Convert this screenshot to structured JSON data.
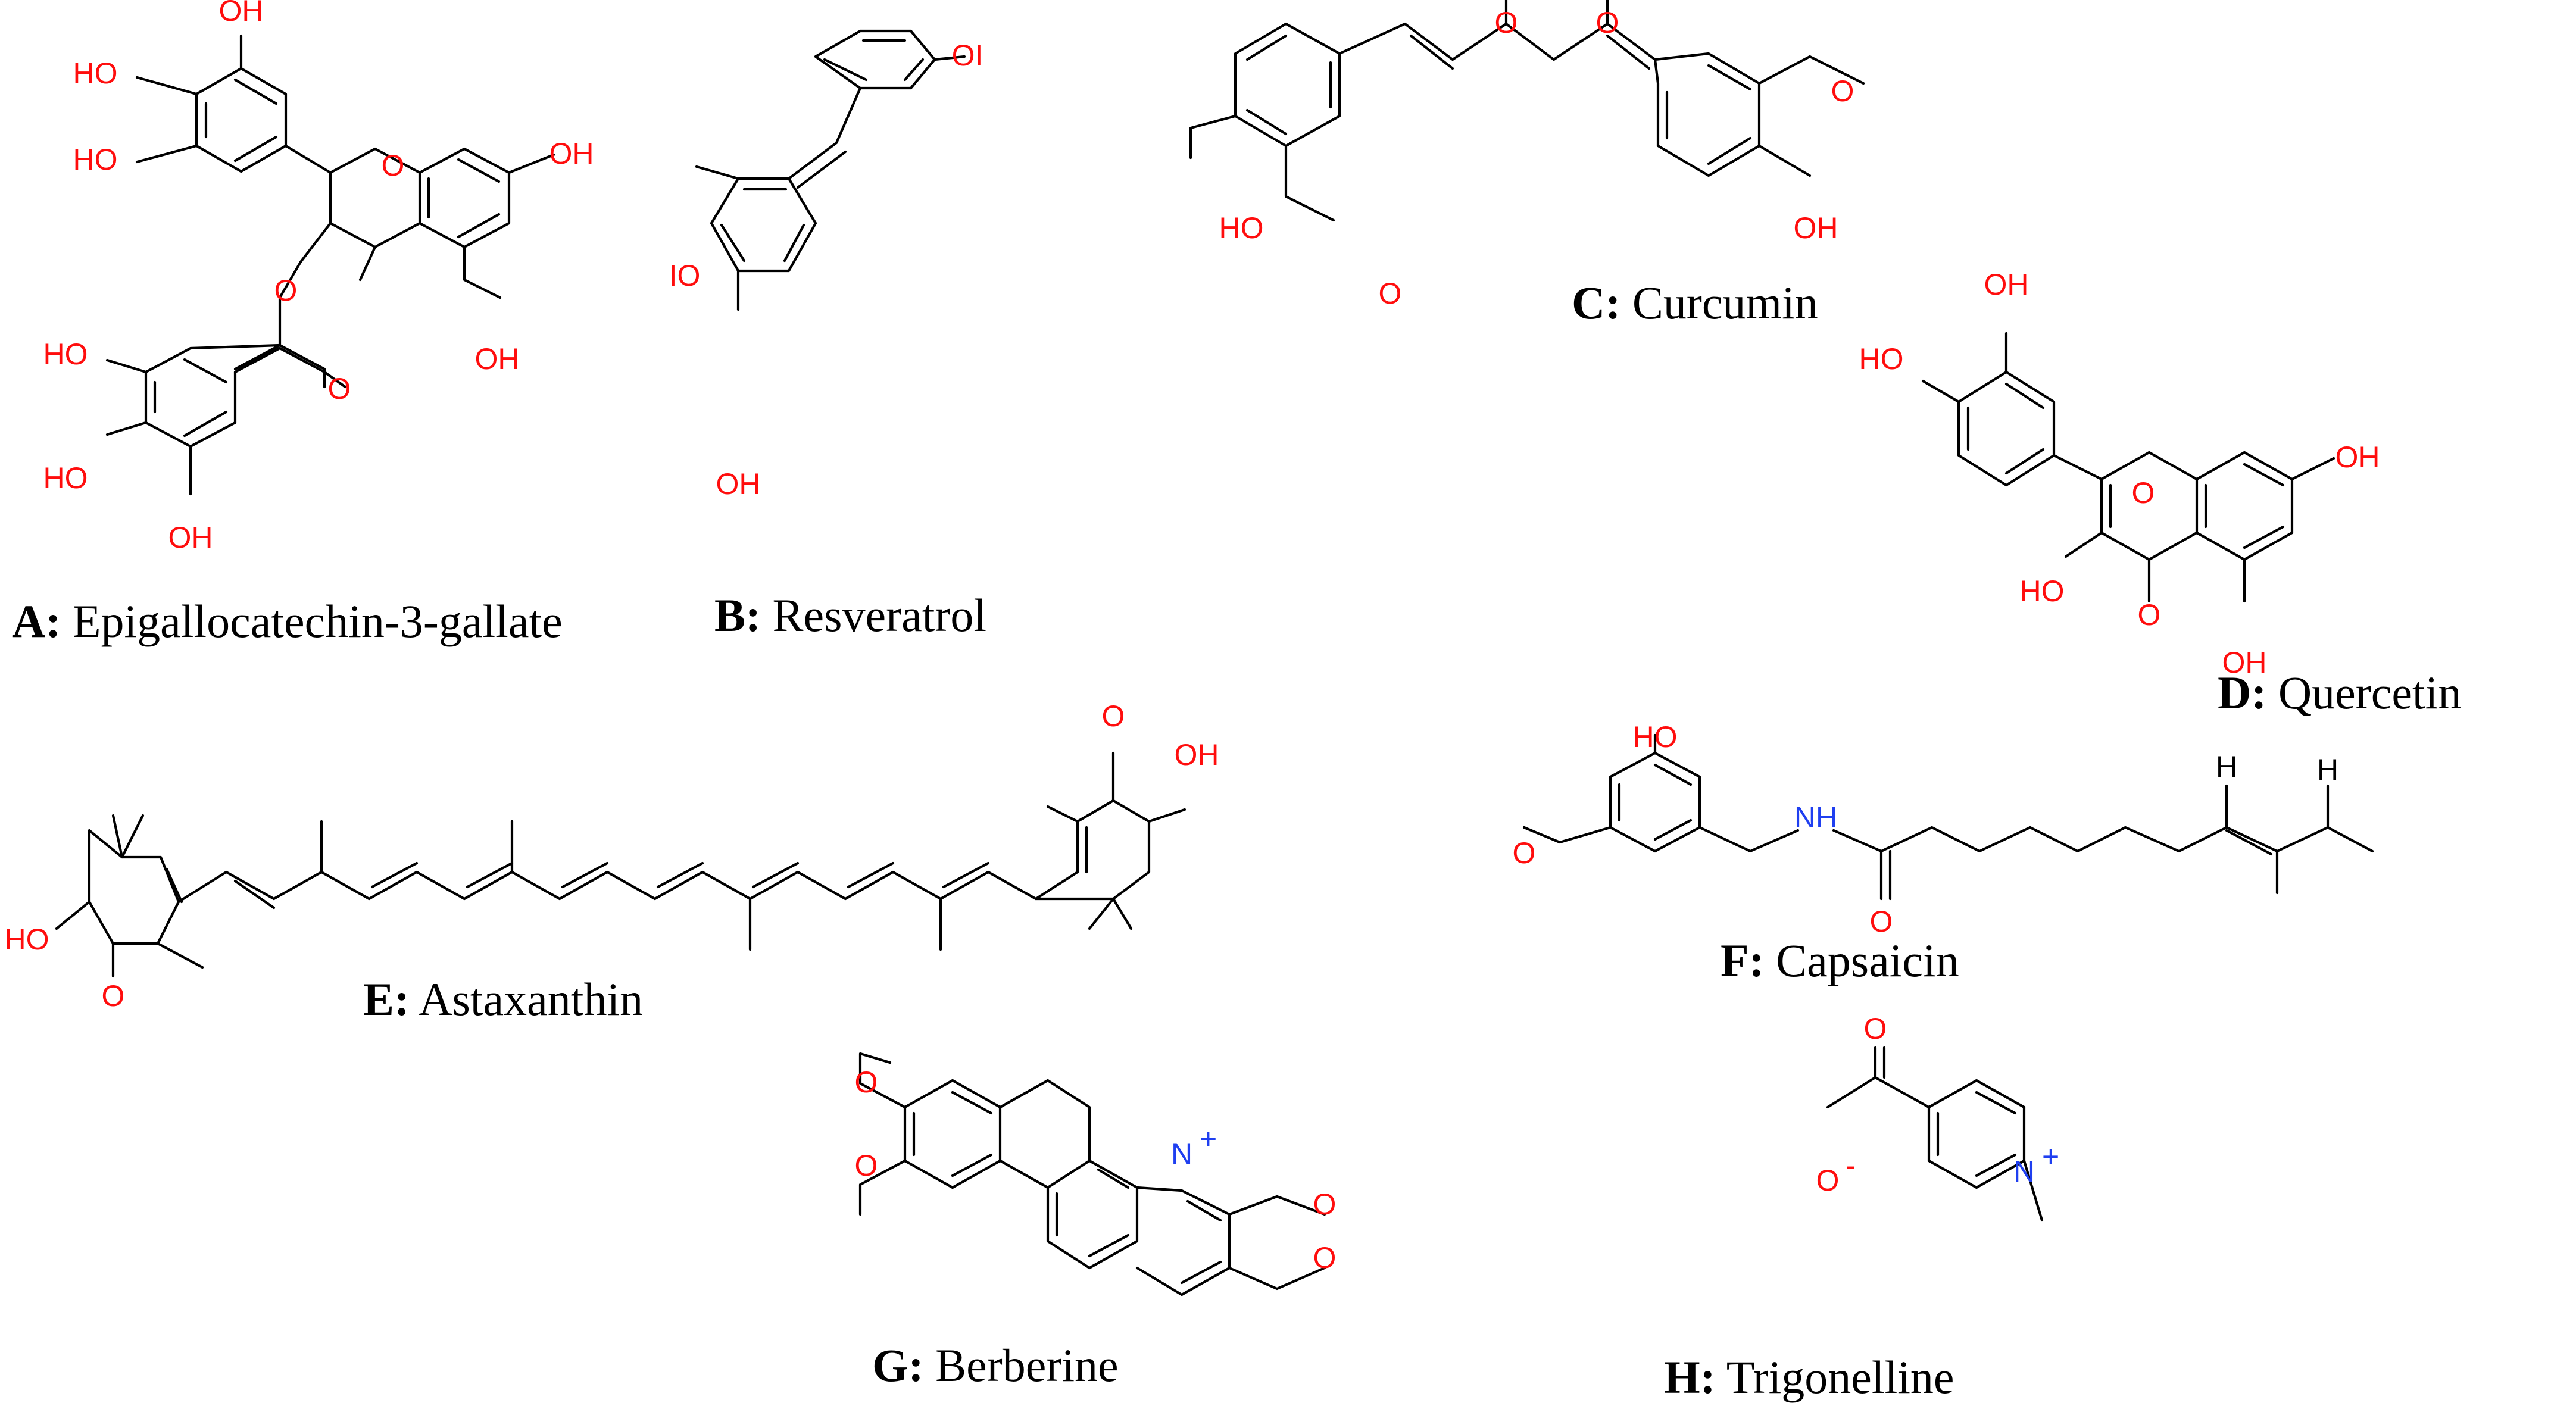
{
  "colors": {
    "oxygen": "#ff0d0d",
    "nitrogen": "#1f3ff0",
    "bond": "#000000",
    "background": "#ffffff"
  },
  "atom_labels": {
    "oh": "OH",
    "ho": "HO",
    "o": "O",
    "n": "N",
    "nh": "NH",
    "h": "H",
    "oh_cut": "OI",
    "ho_cut": "IO",
    "plus": "+",
    "minus": "-"
  },
  "compounds": [
    {
      "letter": "A:",
      "name": "Epigallocatechin-3-gallate"
    },
    {
      "letter": "B:",
      "name": "Resveratrol"
    },
    {
      "letter": "C:",
      "name": "Curcumin"
    },
    {
      "letter": "D:",
      "name": "Quercetin"
    },
    {
      "letter": "E:",
      "name": "Astaxanthin"
    },
    {
      "letter": "F:",
      "name": "Capsaicin"
    },
    {
      "letter": "G:",
      "name": "Berberine"
    },
    {
      "letter": "H:",
      "name": "Trigonelline"
    }
  ]
}
